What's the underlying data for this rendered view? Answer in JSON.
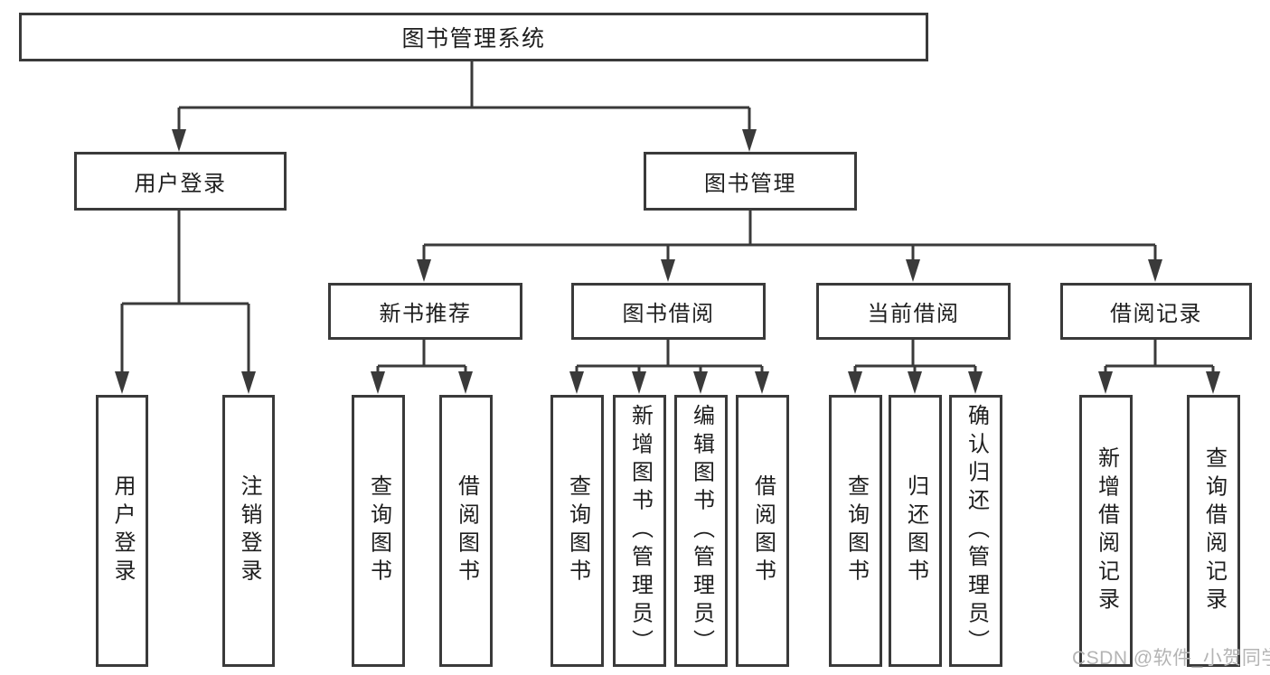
{
  "diagram": {
    "root": {
      "label": "图书管理系统"
    },
    "level2": {
      "user_login": {
        "label": "用户登录"
      },
      "book_management": {
        "label": "图书管理"
      }
    },
    "level3": {
      "new_book": {
        "label": "新书推荐"
      },
      "book_borrow": {
        "label": "图书借阅"
      },
      "current_borrow": {
        "label": "当前借阅"
      },
      "borrow_records": {
        "label": "借阅记录"
      }
    },
    "leaves": {
      "user_login": [
        "用户登录",
        "注销登录"
      ],
      "new_book": [
        "查询图书",
        "借阅图书"
      ],
      "book_borrow": [
        "查询图书",
        "新增图书（管理员）",
        "编辑图书（管理员）",
        "借阅图书"
      ],
      "current_borrow": [
        "查询图书",
        "归还图书",
        "确认归还（管理员）"
      ],
      "borrow_records": [
        "新增借阅记录",
        "查询借阅记录"
      ]
    },
    "watermark": "CSDN @软件_小贺同学",
    "colors": {
      "line": "#3a3a3a",
      "box_border": "#3a3a3a",
      "text": "#1e1e1e",
      "watermark": "#b4b4b4",
      "background": "#ffffff"
    }
  }
}
